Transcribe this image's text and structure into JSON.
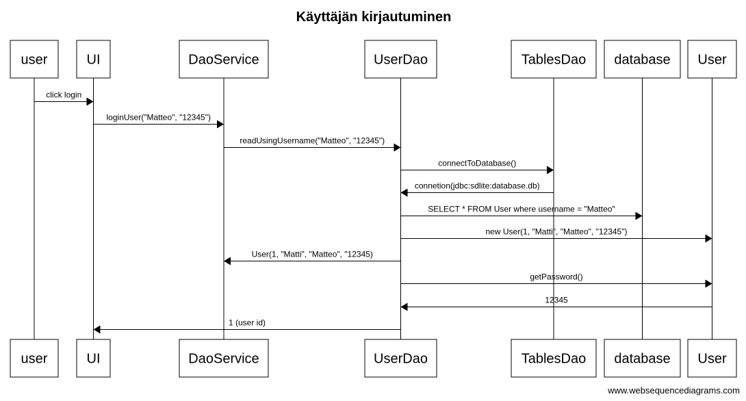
{
  "title": "Käyttäjän kirjautuminen",
  "participants": [
    {
      "id": "user",
      "label": "user"
    },
    {
      "id": "ui",
      "label": "UI"
    },
    {
      "id": "daoservice",
      "label": "DaoService"
    },
    {
      "id": "userdao",
      "label": "UserDao"
    },
    {
      "id": "tablesdao",
      "label": "TablesDao"
    },
    {
      "id": "database",
      "label": "database"
    },
    {
      "id": "userclass",
      "label": "User"
    }
  ],
  "messages": [
    {
      "from": 0,
      "to": 1,
      "label": "click login"
    },
    {
      "from": 1,
      "to": 2,
      "label": "loginUser(\"Matteo\", \"12345\")"
    },
    {
      "from": 2,
      "to": 3,
      "label": "readUsingUsername(\"Matteo\", \"12345\")"
    },
    {
      "from": 3,
      "to": 4,
      "label": "connectToDatabase()"
    },
    {
      "from": 4,
      "to": 3,
      "label": "connetion(jdbc:sdlite:database.db)"
    },
    {
      "from": 3,
      "to": 5,
      "label": "SELECT * FROM User where username = \"Matteo\""
    },
    {
      "from": 3,
      "to": 6,
      "label": "new User(1, \"Matti\", \"Matteo\", \"12345\")"
    },
    {
      "from": 3,
      "to": 2,
      "label": "User(1, \"Matti\", \"Matteo\", \"12345)"
    },
    {
      "from": 3,
      "to": 6,
      "label": "getPassword()"
    },
    {
      "from": 6,
      "to": 3,
      "label": "12345"
    },
    {
      "from": 3,
      "to": 1,
      "label": "1 (user id)"
    }
  ],
  "watermark": "www.websequencediagrams.com"
}
